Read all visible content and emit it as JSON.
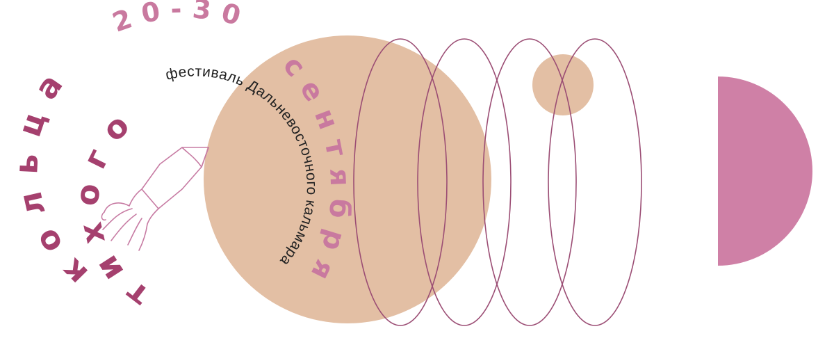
{
  "dates": "20-30",
  "month_word": "сентября",
  "title_word_1": "кольца",
  "title_word_2": "тихого",
  "festival_text": "фестиваль Дальневосточного кальмара",
  "colors": {
    "peach": "#e3bfa4",
    "plum_text": "#a5406e",
    "pink_text": "#c9799f",
    "ring_stroke": "#9b4d74",
    "half_disc": "#cf80a6",
    "squid_line": "#c77ba3",
    "black_text": "#222222"
  },
  "icons": {
    "squid": "squid-line-drawing"
  }
}
